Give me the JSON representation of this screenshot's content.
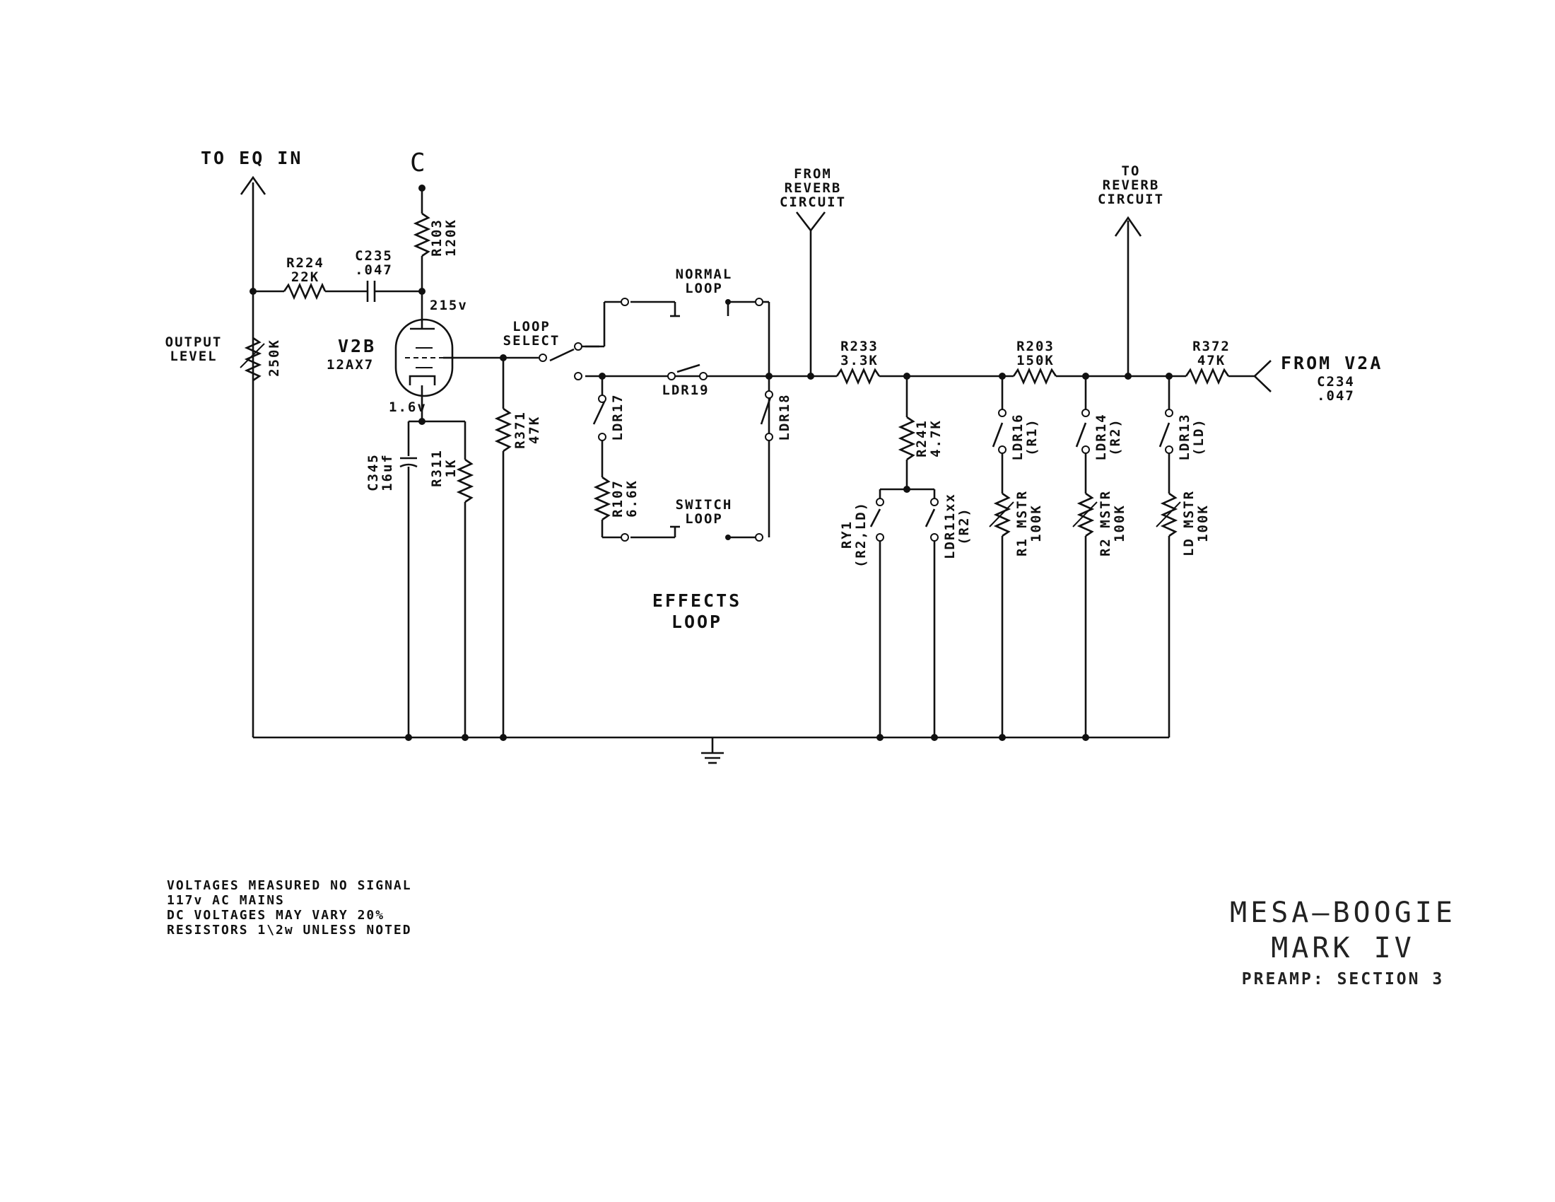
{
  "ports": {
    "to_eq_in": "TO EQ IN",
    "c_node": "C",
    "from_reverb": [
      "FROM",
      "REVERB",
      "CIRCUIT"
    ],
    "to_reverb": [
      "TO",
      "REVERB",
      "CIRCUIT"
    ],
    "from_v2a": "FROM V2A"
  },
  "tube": {
    "name": "V2B",
    "type": "12AX7",
    "plate_voltage": "215v",
    "cathode_voltage": "1.6v"
  },
  "components": {
    "r224": [
      "R224",
      "22K"
    ],
    "c235": [
      "C235",
      ".047"
    ],
    "r103": [
      "R103",
      "120K"
    ],
    "output_level": [
      "OUTPUT",
      "LEVEL"
    ],
    "pot_250k": "250K",
    "r371": [
      "R371",
      "47K"
    ],
    "c345": [
      "C345",
      "16uf"
    ],
    "r311": [
      "R311",
      "1K"
    ],
    "loop_select": [
      "LOOP",
      "SELECT"
    ],
    "normal_loop": [
      "NORMAL",
      "LOOP"
    ],
    "ldr19": "LDR19",
    "ldr17": "LDR17",
    "ldr18": "LDR18",
    "r107": [
      "R107",
      "6.6K"
    ],
    "switch_loop": [
      "SWITCH",
      "LOOP"
    ],
    "effects_loop": [
      "EFFECTS",
      "LOOP"
    ],
    "r233": [
      "R233",
      "3.3K"
    ],
    "r241": [
      "R241",
      "4.7K"
    ],
    "ry1": [
      "RY1",
      "(R2,LD)"
    ],
    "ldr11": [
      "LDR11xx",
      "(R2)"
    ],
    "r203": [
      "R203",
      "150K"
    ],
    "ldr16": [
      "LDR16",
      "(R1)"
    ],
    "r1_mstr": [
      "R1 MSTR",
      "100K"
    ],
    "ldr14": [
      "LDR14",
      "(R2)"
    ],
    "r2_mstr": [
      "R2 MSTR",
      "100K"
    ],
    "r372": [
      "R372",
      "47K"
    ],
    "ldr13": [
      "LDR13",
      "(LD)"
    ],
    "ld_mstr": [
      "LD MSTR",
      "100K"
    ],
    "c234": [
      "C234",
      ".047"
    ]
  },
  "notes": [
    "VOLTAGES MEASURED NO SIGNAL",
    "117v AC MAINS",
    "DC VOLTAGES MAY VARY 20%",
    "RESISTORS 1\\2w UNLESS NOTED"
  ],
  "title_block": {
    "brand": "MESA—BOOGIE",
    "model": "MARK IV",
    "section": "PREAMP: SECTION 3"
  }
}
